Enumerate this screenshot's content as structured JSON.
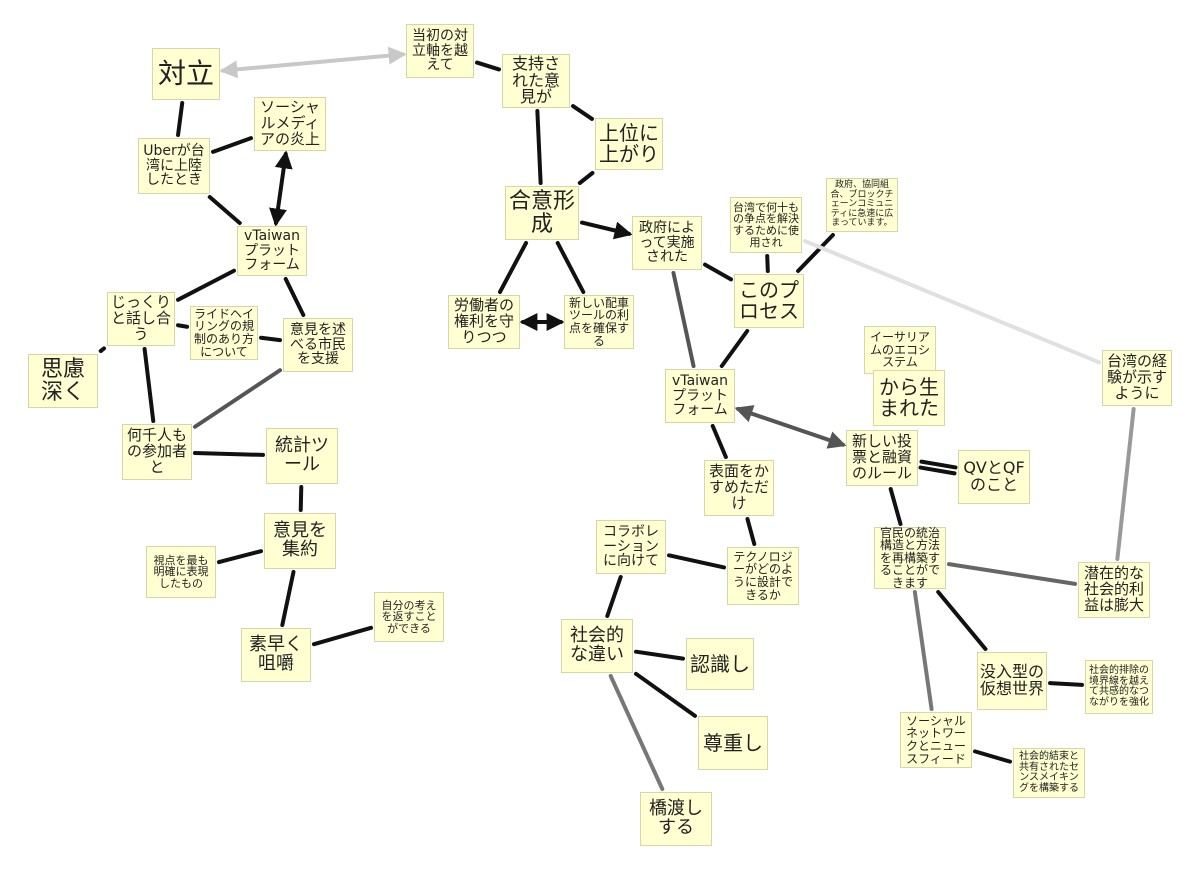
{
  "nodes": [
    {
      "id": "n_tairitsu",
      "label": "対立"
    },
    {
      "id": "n_toushonotairitsujiku",
      "label": "当初の対立軸を越えて"
    },
    {
      "id": "n_shijisareta",
      "label": "支持された意見が"
    },
    {
      "id": "n_joui",
      "label": "上位に上がり"
    },
    {
      "id": "n_social_enjou",
      "label": "ソーシャルメディアの炎上"
    },
    {
      "id": "n_uber",
      "label": "Uberが台湾に上陸したとき"
    },
    {
      "id": "n_vtaiwan1",
      "label": "vTaiwanプラットフォーム"
    },
    {
      "id": "n_goui",
      "label": "合意形成"
    },
    {
      "id": "n_seifu",
      "label": "政府によって実施された"
    },
    {
      "id": "n_taiwan_nanju",
      "label": "台湾で何十もの争点を解決するために使用され"
    },
    {
      "id": "n_seifu_kyoudou",
      "label": "政府、協同組合、ブロックチェーンコミュニティに急速に広まっています。"
    },
    {
      "id": "n_jikkuri",
      "label": "じっくりと話し合う"
    },
    {
      "id": "n_ridehail",
      "label": "ライドヘイリングの規制のあり方について"
    },
    {
      "id": "n_iken_noberu",
      "label": "意見を述べる市民を支援"
    },
    {
      "id": "n_roudousha",
      "label": "労働者の権利を守りつつ"
    },
    {
      "id": "n_atarashii_haisha",
      "label": "新しい配車ツールの利点を確保する"
    },
    {
      "id": "n_kono_process",
      "label": "このプロセス"
    },
    {
      "id": "n_shiryo",
      "label": "思慮深く"
    },
    {
      "id": "n_ecosystem",
      "label": "イーサリアムのエコシステム"
    },
    {
      "id": "n_kara_umareta",
      "label": "から生まれた"
    },
    {
      "id": "n_taiwan_keiken",
      "label": "台湾の経験が示すように"
    },
    {
      "id": "n_vtaiwan2",
      "label": "vTaiwanプラットフォーム"
    },
    {
      "id": "n_nanzen",
      "label": "何千人もの参加者と"
    },
    {
      "id": "n_toukei",
      "label": "統計ツール"
    },
    {
      "id": "n_atarashii_touhyou",
      "label": "新しい投票と融資のルール"
    },
    {
      "id": "n_qvqf",
      "label": "QVとQFのこと"
    },
    {
      "id": "n_hyoumen",
      "label": "表面をかすめただけ"
    },
    {
      "id": "n_iken_shuuyaku",
      "label": "意見を集約"
    },
    {
      "id": "n_shiten",
      "label": "視点を最も明確に表現したもの"
    },
    {
      "id": "n_collab",
      "label": "コラボレーションに向けて"
    },
    {
      "id": "n_technology",
      "label": "テクノロジーがどのように設計できるか"
    },
    {
      "id": "n_kanmin",
      "label": "官民の統治構造と方法を再構築することができます"
    },
    {
      "id": "n_senzaiteki",
      "label": "潜在的な社会的利益は膨大"
    },
    {
      "id": "n_jibun",
      "label": "自分の考えを返すことができる"
    },
    {
      "id": "n_subayaku",
      "label": "素早く咀嚼"
    },
    {
      "id": "n_shakaiteki_chigai",
      "label": "社会的な違い"
    },
    {
      "id": "n_ninshiki",
      "label": "認識し"
    },
    {
      "id": "n_botsunyu",
      "label": "没入型の仮想世界"
    },
    {
      "id": "n_shakaiteki_haijo",
      "label": "社会的排除の境界線を越えて共感的なつながりを強化"
    },
    {
      "id": "n_sonchou",
      "label": "尊重し"
    },
    {
      "id": "n_social_network",
      "label": "ソーシャルネットワークとニュースフィード"
    },
    {
      "id": "n_shakaiteki_ketsusoku",
      "label": "社会的結束と共有されたセンスメイキングを構築する"
    },
    {
      "id": "n_hashiwatashi",
      "label": "橋渡しする"
    }
  ],
  "edges": [
    {
      "from": "n_tairitsu",
      "to": "n_toushonotairitsujiku",
      "color": "#c8c8c8",
      "width": 4,
      "arrow": "both"
    },
    {
      "from": "n_toushonotairitsujiku",
      "to": "n_shijisareta",
      "color": "#111111",
      "width": 4
    },
    {
      "from": "n_shijisareta",
      "to": "n_joui",
      "color": "#111111",
      "width": 4
    },
    {
      "from": "n_shijisareta",
      "to": "n_goui",
      "color": "#111111",
      "width": 4
    },
    {
      "from": "n_joui",
      "to": "n_goui",
      "color": "#111111",
      "width": 4
    },
    {
      "from": "n_tairitsu",
      "to": "n_uber",
      "color": "#111111",
      "width": 4
    },
    {
      "from": "n_uber",
      "to": "n_social_enjou",
      "color": "#111111",
      "width": 4
    },
    {
      "from": "n_uber",
      "to": "n_vtaiwan1",
      "color": "#111111",
      "width": 4
    },
    {
      "from": "n_social_enjou",
      "to": "n_vtaiwan1",
      "color": "#111111",
      "width": 4,
      "arrow": "both"
    },
    {
      "from": "n_vtaiwan1",
      "to": "n_jikkuri",
      "color": "#111111",
      "width": 4
    },
    {
      "from": "n_vtaiwan1",
      "to": "n_iken_noberu",
      "color": "#111111",
      "width": 4
    },
    {
      "from": "n_jikkuri",
      "to": "n_shiryo",
      "color": "#111111",
      "width": 4
    },
    {
      "from": "n_jikkuri",
      "to": "n_ridehail",
      "color": "#111111",
      "width": 4
    },
    {
      "from": "n_ridehail",
      "to": "n_iken_noberu",
      "color": "#111111",
      "width": 4
    },
    {
      "from": "n_jikkuri",
      "to": "n_nanzen",
      "color": "#111111",
      "width": 4
    },
    {
      "from": "n_iken_noberu",
      "to": "n_nanzen",
      "color": "#555555",
      "width": 4
    },
    {
      "from": "n_nanzen",
      "to": "n_toukei",
      "color": "#111111",
      "width": 4
    },
    {
      "from": "n_toukei",
      "to": "n_iken_shuuyaku",
      "color": "#111111",
      "width": 4
    },
    {
      "from": "n_iken_shuuyaku",
      "to": "n_shiten",
      "color": "#111111",
      "width": 4
    },
    {
      "from": "n_iken_shuuyaku",
      "to": "n_subayaku",
      "color": "#111111",
      "width": 4
    },
    {
      "from": "n_subayaku",
      "to": "n_jibun",
      "color": "#111111",
      "width": 4
    },
    {
      "from": "n_goui",
      "to": "n_seifu",
      "color": "#111111",
      "width": 4,
      "arrow": "to"
    },
    {
      "from": "n_goui",
      "to": "n_roudousha",
      "color": "#111111",
      "width": 4
    },
    {
      "from": "n_goui",
      "to": "n_atarashii_haisha",
      "color": "#111111",
      "width": 4
    },
    {
      "from": "n_roudousha",
      "to": "n_atarashii_haisha",
      "color": "#111111",
      "width": 4,
      "arrow": "both"
    },
    {
      "from": "n_seifu",
      "to": "n_kono_process",
      "color": "#111111",
      "width": 4
    },
    {
      "from": "n_seifu",
      "to": "n_vtaiwan2",
      "color": "#555555",
      "width": 4
    },
    {
      "from": "n_kono_process",
      "to": "n_taiwan_nanju",
      "color": "#111111",
      "width": 4
    },
    {
      "from": "n_kono_process",
      "to": "n_seifu_kyoudou",
      "color": "#111111",
      "width": 4
    },
    {
      "from": "n_kono_process",
      "to": "n_vtaiwan2",
      "color": "#111111",
      "width": 4
    },
    {
      "from": "n_taiwan_nanju",
      "to": "n_taiwan_keiken",
      "color": "#e0e0e0",
      "width": 4
    },
    {
      "from": "n_taiwan_keiken",
      "to": "n_senzaiteki",
      "color": "#999999",
      "width": 4
    },
    {
      "from": "n_vtaiwan2",
      "to": "n_atarashii_touhyou",
      "color": "#555555",
      "width": 4,
      "arrow": "both"
    },
    {
      "from": "n_vtaiwan2",
      "to": "n_hyoumen",
      "color": "#111111",
      "width": 4
    },
    {
      "from": "n_hyoumen",
      "to": "n_technology",
      "color": "#111111",
      "width": 4
    },
    {
      "from": "n_technology",
      "to": "n_collab",
      "color": "#111111",
      "width": 4
    },
    {
      "from": "n_collab",
      "to": "n_shakaiteki_chigai",
      "color": "#111111",
      "width": 4
    },
    {
      "from": "n_shakaiteki_chigai",
      "to": "n_ninshiki",
      "color": "#111111",
      "width": 4
    },
    {
      "from": "n_shakaiteki_chigai",
      "to": "n_sonchou",
      "color": "#111111",
      "width": 4
    },
    {
      "from": "n_shakaiteki_chigai",
      "to": "n_hashiwatashi",
      "color": "#777777",
      "width": 4
    },
    {
      "from": "n_atarashii_touhyou",
      "to": "n_qvqf",
      "color": "#111111",
      "width": 4,
      "double": true
    },
    {
      "from": "n_atarashii_touhyou",
      "to": "n_kanmin",
      "color": "#111111",
      "width": 4
    },
    {
      "from": "n_kanmin",
      "to": "n_senzaiteki",
      "color": "#666666",
      "width": 4
    },
    {
      "from": "n_kanmin",
      "to": "n_botsunyu",
      "color": "#111111",
      "width": 4
    },
    {
      "from": "n_kanmin",
      "to": "n_social_network",
      "color": "#777777",
      "width": 4
    },
    {
      "from": "n_botsunyu",
      "to": "n_shakaiteki_haijo",
      "color": "#111111",
      "width": 4
    },
    {
      "from": "n_social_network",
      "to": "n_shakaiteki_ketsusoku",
      "color": "#111111",
      "width": 4
    }
  ]
}
